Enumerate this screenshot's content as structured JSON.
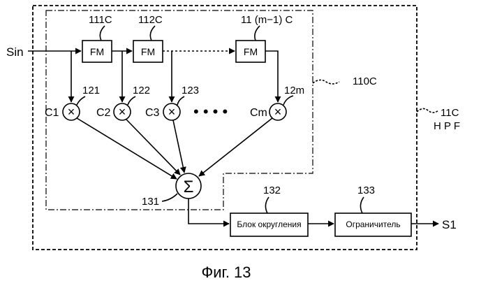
{
  "input_label": "Sin",
  "output_label": "S1",
  "figure_caption": "Фиг. 13",
  "hpf_block": {
    "ref": "11C",
    "name": "H P F"
  },
  "fir_block": {
    "ref": "110C"
  },
  "delays": [
    {
      "ref": "111C",
      "text": "FM"
    },
    {
      "ref": "112C",
      "text": "FM"
    },
    {
      "ref": "11 (m−1) C",
      "text": "FM"
    }
  ],
  "multipliers": [
    {
      "ref": "121",
      "coef": "C1"
    },
    {
      "ref": "122",
      "coef": "C2"
    },
    {
      "ref": "123",
      "coef": "C3"
    },
    {
      "ref": "12m",
      "coef": "Cm"
    }
  ],
  "adder": {
    "ref": "131",
    "symbol": "Σ"
  },
  "rounding_block": {
    "ref": "132",
    "text": "Блок округления"
  },
  "limiter_block": {
    "ref": "133",
    "text": "Ограничитель"
  },
  "dots": "• • • •",
  "multiply_symbol": "×"
}
